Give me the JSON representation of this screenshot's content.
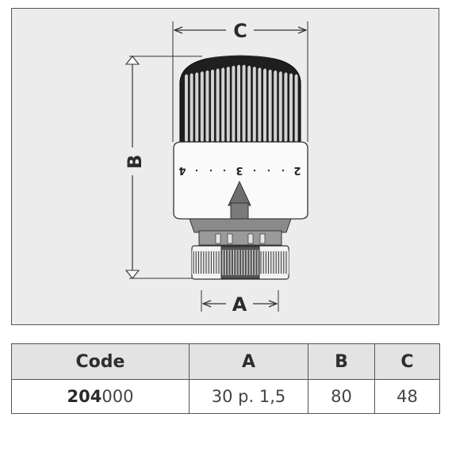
{
  "dimensions": {
    "a_label": "A",
    "b_label": "B",
    "c_label": "C"
  },
  "scale_marks": {
    "left": "4",
    "center": "3",
    "right": "2"
  },
  "table": {
    "headers": [
      "Code",
      "A",
      "B",
      "C"
    ],
    "row": {
      "code_bold": "204",
      "code_rest": "000",
      "a": "30 p. 1,5",
      "b": "80",
      "c": "48"
    }
  }
}
